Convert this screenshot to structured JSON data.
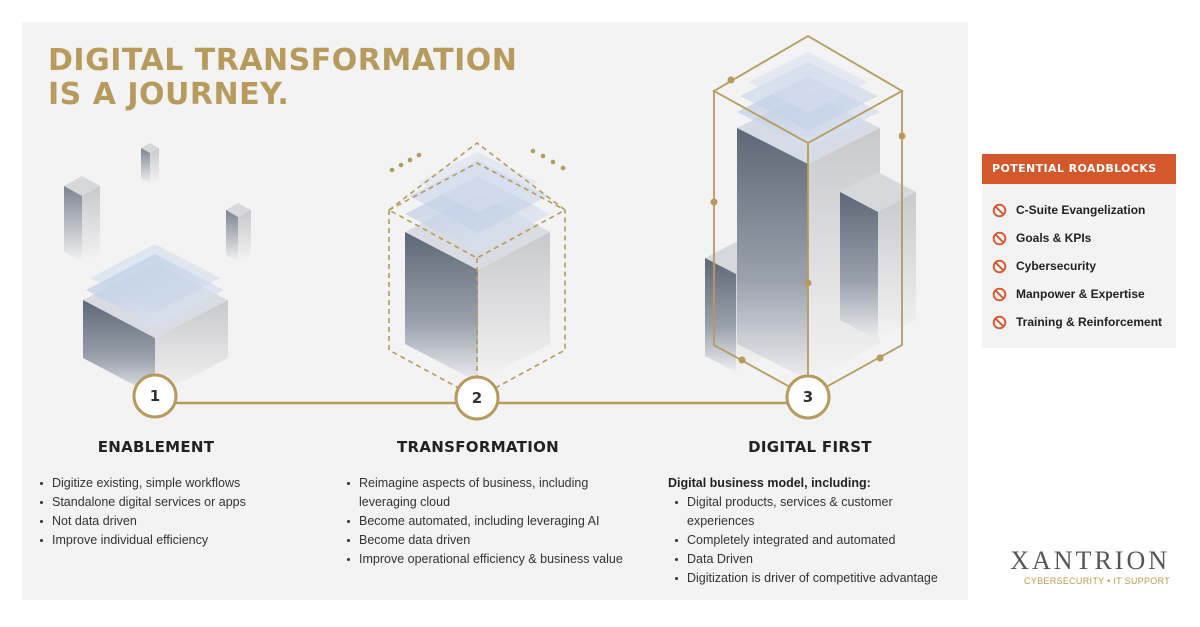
{
  "title": {
    "line1": "DIGITAL TRANSFORMATION",
    "line2": "IS A JOURNEY."
  },
  "stages": [
    {
      "number": "1",
      "name": "ENABLEMENT",
      "bullets": [
        "Digitize existing, simple workflows",
        "Standalone digital services or apps",
        "Not data driven",
        "Improve individual efficiency"
      ]
    },
    {
      "number": "2",
      "name": "TRANSFORMATION",
      "bullets": [
        "Reimagine aspects of business, including",
        "leveraging cloud",
        "Become automated, including leveraging AI",
        "Become data driven",
        "Improve operational efficiency & business value"
      ]
    },
    {
      "number": "3",
      "name": "DIGITAL FIRST",
      "lead": "Digital business model, including:",
      "bullets": [
        "Digital products, services & customer experiences",
        "Completely integrated and automated",
        "Data Driven",
        "Digitization is driver of competitive advantage"
      ]
    }
  ],
  "roadblocks": {
    "header": "POTENTIAL ROADBLOCKS",
    "icon": "prohibited-icon",
    "items": [
      "C-Suite Evangelization",
      "Goals & KPIs",
      "Cybersecurity",
      "Manpower & Expertise",
      "Training & Reinforcement"
    ]
  },
  "logo": {
    "name": "XANTRION",
    "tagline": "CYBERSECURITY • IT SUPPORT"
  },
  "colors": {
    "accent_gold": "#b79a5c",
    "roadblock_orange": "#d4582b",
    "panel_gray": "#f3f3f3"
  }
}
